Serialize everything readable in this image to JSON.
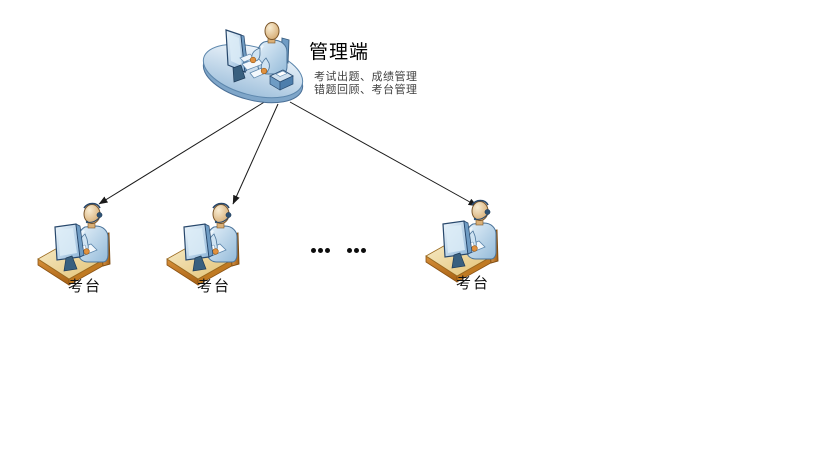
{
  "diagram": {
    "management": {
      "title": "管理端",
      "description_lines": [
        "考试出题、成绩管理",
        "错题回顾、考台管理"
      ],
      "icon": "person-at-management-desk-icon"
    },
    "stations": [
      {
        "label": "考台",
        "icon": "person-at-computer-desk-icon"
      },
      {
        "label": "考台",
        "icon": "person-at-computer-desk-icon"
      },
      {
        "label": "考台",
        "icon": "person-at-computer-desk-icon"
      }
    ],
    "ellipsis": {
      "groups": [
        3,
        3
      ]
    },
    "colors": {
      "background": "#ffffff",
      "arrow": "#1a1a1a",
      "title_text": "#000000",
      "description_text": "#3f3f3f",
      "label_text": "#111111",
      "desk_tan": "#eedca4",
      "desk_orange": "#c8832f",
      "illustration_blue": "#aecde6",
      "illustration_outline": "#4a7399",
      "skin_tan": "#e3bc85"
    }
  }
}
